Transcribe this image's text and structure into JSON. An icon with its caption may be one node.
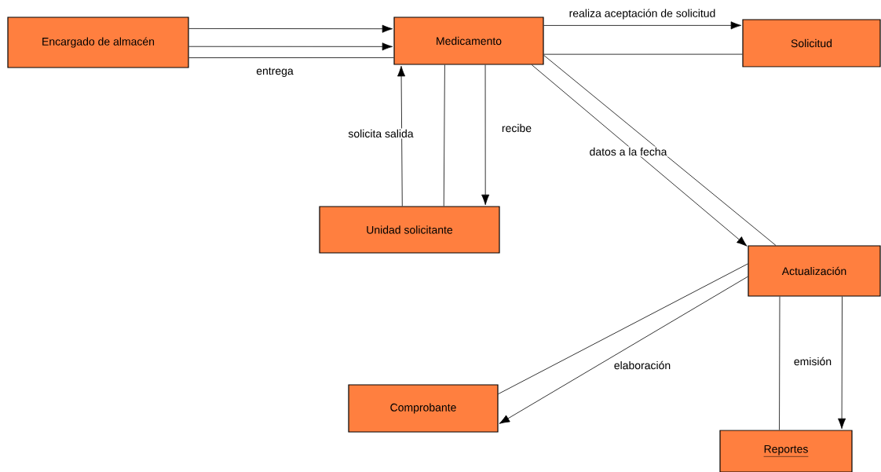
{
  "diagram": {
    "nodes": [
      {
        "text": [
          "Encargado de almacén"
        ]
      },
      {
        "text": [
          "Medicamento"
        ]
      },
      {
        "text": [
          "Solicitud"
        ]
      },
      {
        "text": [
          "Unidad solicitante"
        ]
      },
      {
        "text": [
          "Actualización"
        ]
      },
      {
        "text": [
          "Comprobante"
        ]
      },
      {
        "text": [
          "Reportes"
        ]
      }
    ],
    "edges": [
      {
        "from": 0,
        "to": 1,
        "arrow": "to"
      },
      {
        "from": 0,
        "to": 1,
        "arrow": "to"
      },
      {
        "from": 0,
        "to": 1,
        "arrow": "none",
        "label": "entrega"
      },
      {
        "from": 1,
        "to": 2,
        "arrow": "to",
        "label": "realiza aceptación de solicitud"
      },
      {
        "from": 2,
        "to": 1,
        "arrow": "none"
      },
      {
        "from": 3,
        "to": 1,
        "arrow": "to",
        "label": "solicita salida"
      },
      {
        "from": 3,
        "to": 1,
        "arrow": "none"
      },
      {
        "from": 1,
        "to": 3,
        "arrow": "to",
        "label": "recibe"
      },
      {
        "from": 1,
        "to": 4,
        "arrow": "to",
        "label": "datos a la fecha"
      },
      {
        "from": 1,
        "to": 4,
        "arrow": "none"
      },
      {
        "from": 4,
        "to": 5,
        "arrow": "none"
      },
      {
        "from": 4,
        "to": 5,
        "arrow": "to",
        "label": "elaboración"
      },
      {
        "from": 4,
        "to": 6,
        "arrow": "none"
      },
      {
        "from": 4,
        "to": 6,
        "arrow": "to",
        "label": "emisión"
      }
    ]
  }
}
